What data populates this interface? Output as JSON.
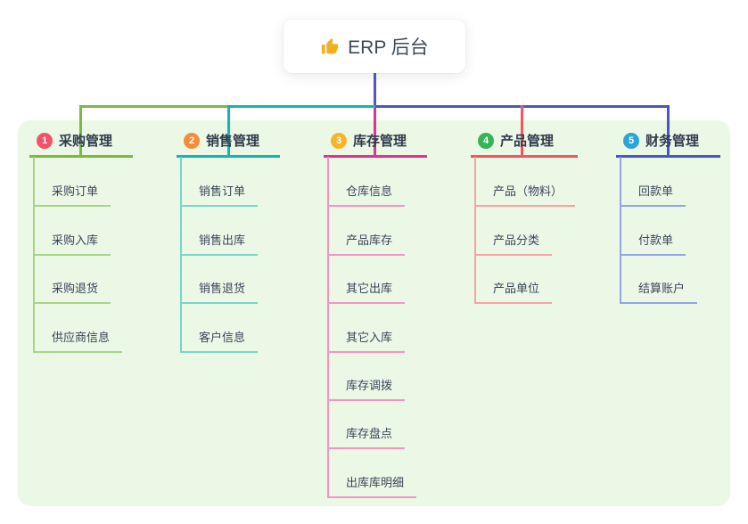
{
  "root": {
    "icon": "thumbs-up",
    "title": "ERP 后台"
  },
  "branches": [
    {
      "num": "1",
      "label": "采购管理",
      "children": [
        "采购订单",
        "采购入库",
        "采购退货",
        "供应商信息"
      ]
    },
    {
      "num": "2",
      "label": "销售管理",
      "children": [
        "销售订单",
        "销售出库",
        "销售退货",
        "客户信息"
      ]
    },
    {
      "num": "3",
      "label": "库存管理",
      "children": [
        "仓库信息",
        "产品库存",
        "其它出库",
        "其它入库",
        "库存调拨",
        "库存盘点",
        "出库库明细"
      ]
    },
    {
      "num": "4",
      "label": "产品管理",
      "children": [
        "产品（物料）",
        "产品分类",
        "产品单位"
      ]
    },
    {
      "num": "5",
      "label": "财务管理",
      "children": [
        "回款单",
        "付款单",
        "结算账户"
      ]
    }
  ],
  "colors": {
    "panel_bg": "#ecf8e6",
    "root_stem": "#5058c8",
    "branch1_line": "#7cb93e",
    "branch1_child_line": "#a8d585",
    "branch1_badge": "#f4516c",
    "branch2_line": "#12b8b0",
    "branch2_child_line": "#76d6cc",
    "branch2_badge": "#f78b37",
    "branch3_line": "#e0338f",
    "branch3_child_line": "#f295c2",
    "branch3_badge": "#f6b42c",
    "branch4_line": "#f8545e",
    "branch4_child_line": "#f9a2a4",
    "branch4_badge": "#33b457",
    "branch5_line": "#4758c5",
    "branch5_child_line": "#93a5e7",
    "branch5_badge": "#2ba3dc",
    "thumb_icon": "#f2b01e"
  }
}
